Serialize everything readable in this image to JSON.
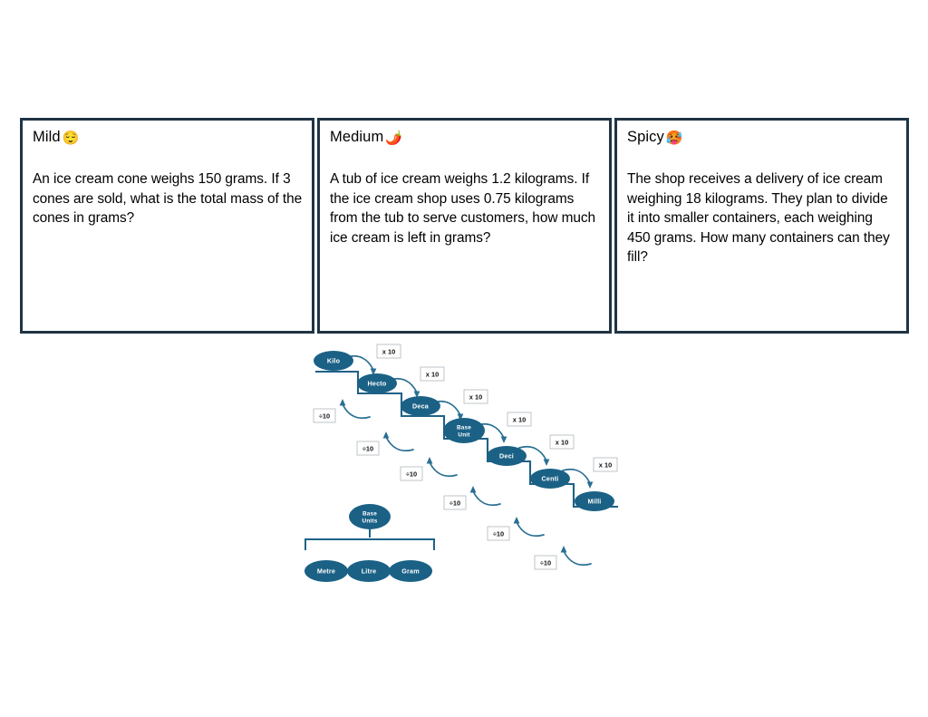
{
  "page": {
    "background_color": "#ffffff",
    "box_border_color": "#1f3445",
    "node_fill_color": "#1b6186",
    "stair_line_color": "#1f6287",
    "arc_color": "#2a6f93"
  },
  "questions": [
    {
      "id": "mild",
      "title": "Mild",
      "emoji": "😌",
      "emoji_name": "relieved-face-emoji",
      "body": "An ice cream cone weighs 150 grams. If 3 cones are sold, what is the total mass of the cones in grams?"
    },
    {
      "id": "medium",
      "title": "Medium",
      "emoji": "🌶️",
      "emoji_name": "chili-pepper-emoji",
      "body": "A tub of ice cream weighs 1.2 kilograms. If the ice cream shop uses 0.75 kilograms from the tub to serve customers, how much ice cream is left in grams?"
    },
    {
      "id": "spicy",
      "title": "Spicy",
      "emoji": "🥵",
      "emoji_name": "hot-face-emoji",
      "body": "The shop receives a delivery of ice cream weighing 18 kilograms. They plan to divide it into smaller containers, each weighing 450 grams. How many containers can they fill?"
    }
  ],
  "diagram": {
    "staircase_nodes": [
      {
        "label": "Kilo"
      },
      {
        "label": "Hecto"
      },
      {
        "label": "Deca"
      },
      {
        "label_line1": "Base",
        "label_line2": "Unit"
      },
      {
        "label": "Deci"
      },
      {
        "label": "Centi"
      },
      {
        "label": "Milli"
      }
    ],
    "multiply_labels": [
      "x 10",
      "x 10",
      "x 10",
      "x 10",
      "x 10",
      "x 10"
    ],
    "divide_labels": [
      "÷10",
      "÷10",
      "÷10",
      "÷10",
      "÷10",
      "÷10"
    ],
    "base_units": {
      "parent_line1": "Base",
      "parent_line2": "Units",
      "children": [
        "Metre",
        "Litre",
        "Gram"
      ]
    }
  }
}
